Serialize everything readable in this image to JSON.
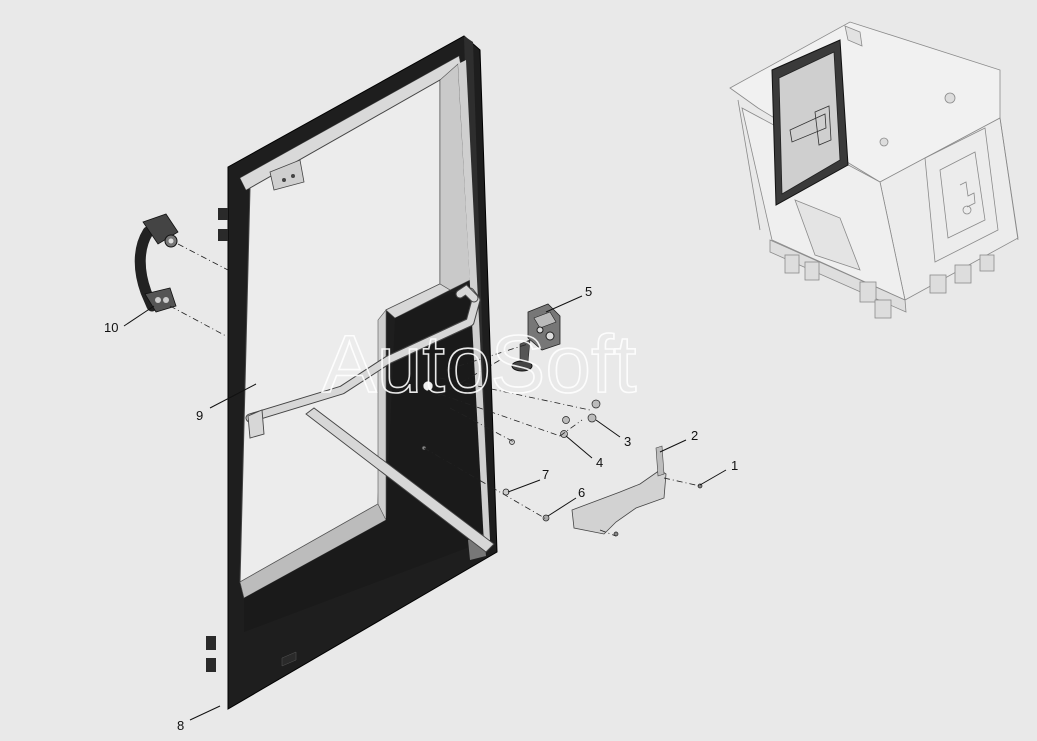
{
  "watermark": {
    "text": "AutoSoft"
  },
  "callouts": [
    {
      "id": "1",
      "label": "1"
    },
    {
      "id": "2",
      "label": "2"
    },
    {
      "id": "3",
      "label": "3"
    },
    {
      "id": "4",
      "label": "4"
    },
    {
      "id": "5",
      "label": "5"
    },
    {
      "id": "6",
      "label": "6"
    },
    {
      "id": "7",
      "label": "7"
    },
    {
      "id": "8",
      "label": "8"
    },
    {
      "id": "9",
      "label": "9"
    },
    {
      "id": "10",
      "label": "10"
    }
  ],
  "parts": [
    "door-frame",
    "door-glass",
    "door-handle-bar",
    "grab-handle",
    "door-lock",
    "bracket-plate",
    "bolt",
    "washer",
    "nut",
    "cab-overview"
  ]
}
